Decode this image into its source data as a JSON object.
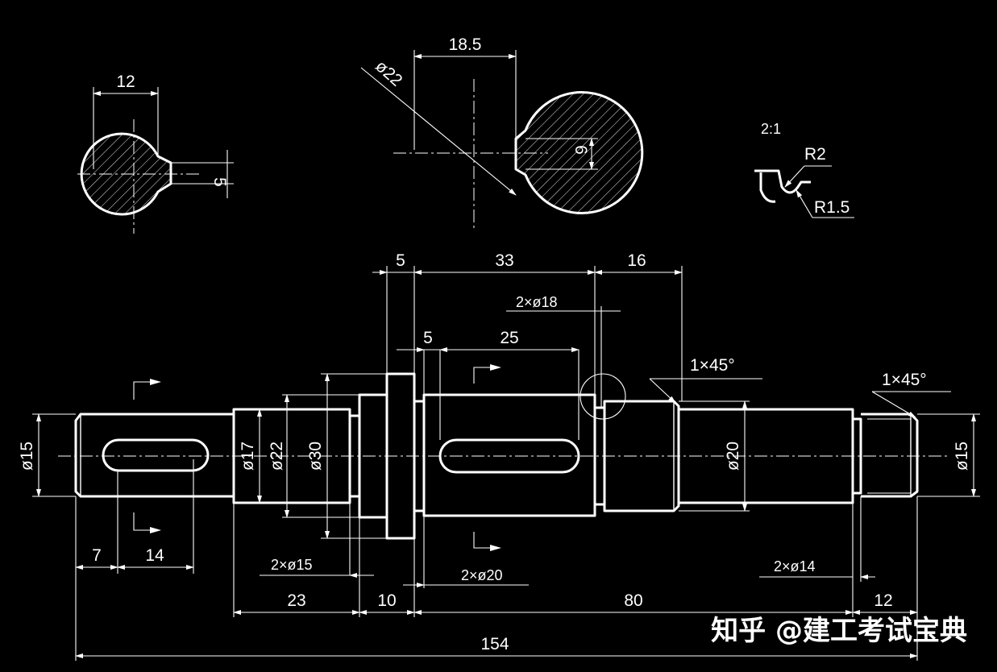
{
  "section_left": {
    "width_dim": "12",
    "keyway_dim": "5"
  },
  "section_mid": {
    "diameter_dim": "ø22",
    "width_dim": "18.5",
    "keyway_dim": "6"
  },
  "detail": {
    "scale": "2:1",
    "r_outer": "R2",
    "r_inner": "R1.5"
  },
  "shaft": {
    "top_dims": [
      "5",
      "33",
      "16"
    ],
    "key_offset": "5",
    "key_length": "25",
    "groove_right": "2×ø18",
    "chamfer_mid": "1×45°",
    "chamfer_end": "1×45°",
    "dia_left": "ø15",
    "dia_17": "ø17",
    "dia_22": "ø22",
    "dia_30": "ø30",
    "dia_20": "ø20",
    "dia_right": "ø15",
    "groove_15": "2×ø15",
    "groove_20": "2×ø20",
    "groove_14": "2×ø14",
    "bottom_dims": [
      "7",
      "14",
      "23",
      "10",
      "80",
      "12"
    ],
    "total_length": "154"
  },
  "watermark": "知乎 @建工考试宝典"
}
